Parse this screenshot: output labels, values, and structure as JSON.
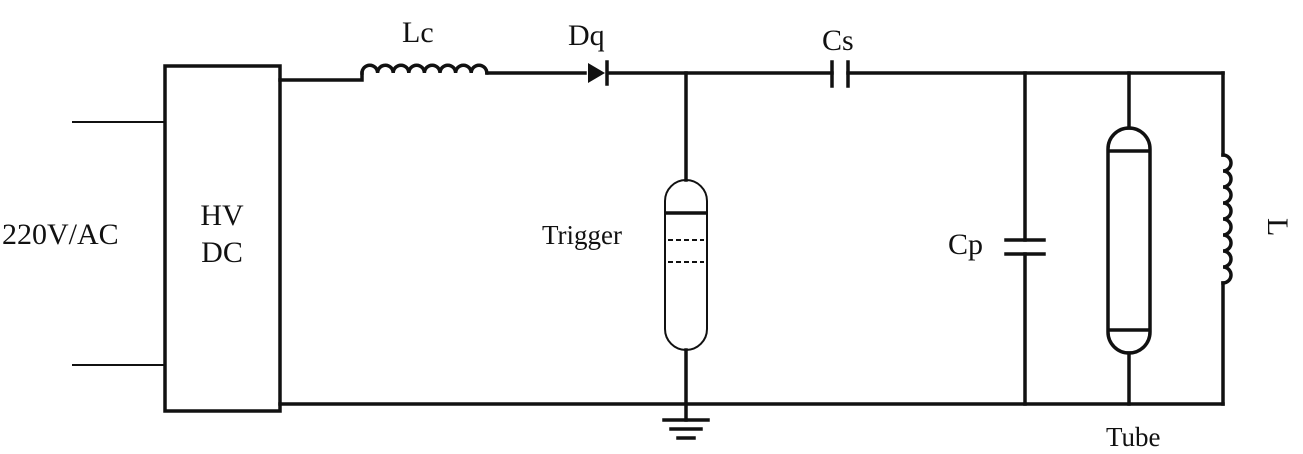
{
  "diagram": {
    "labels": {
      "input": "220V/AC",
      "hvdc_line1": "HV",
      "hvdc_line2": "DC",
      "charging_inductor": "Lc",
      "diode": "Dq",
      "series_capacitor": "Cs",
      "trigger": "Trigger",
      "parallel_capacitor": "Cp",
      "tube": "Tube",
      "load_inductor": "L"
    }
  }
}
